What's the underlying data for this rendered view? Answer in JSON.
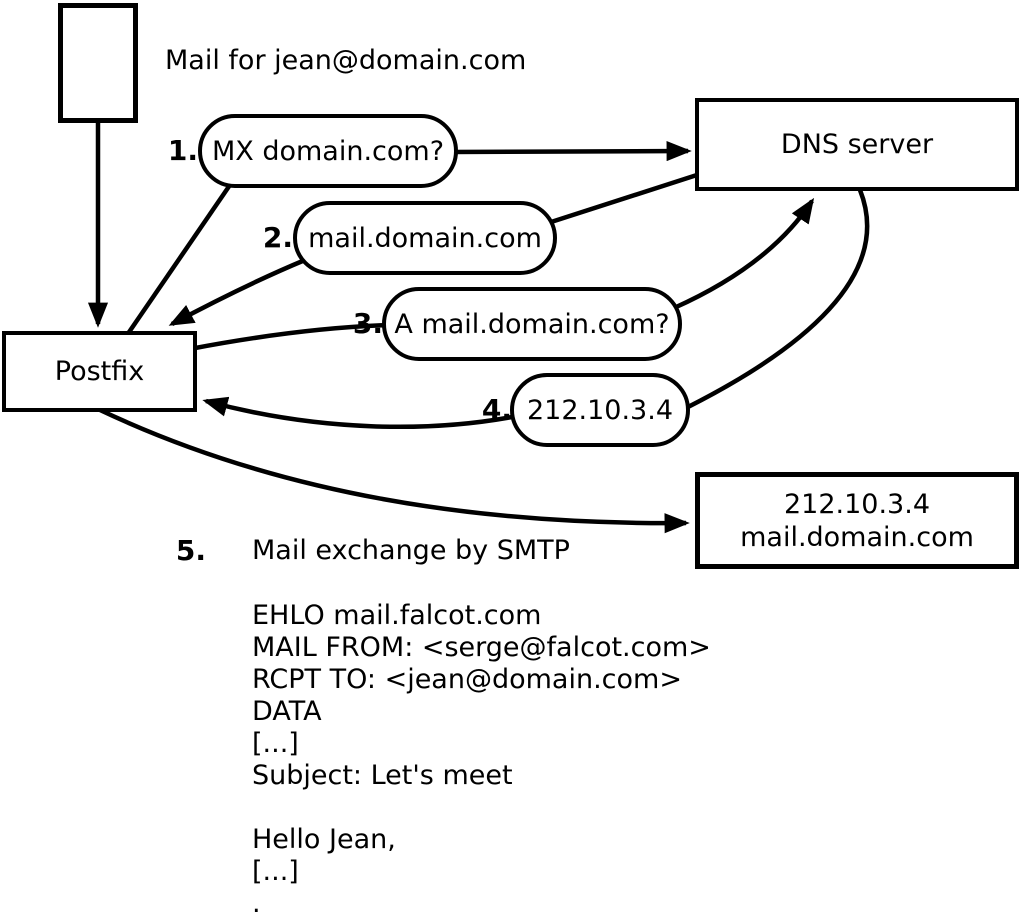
{
  "diagram": {
    "sender_label": "Mail for jean@domain.com",
    "nodes": {
      "postfix": "Postfix",
      "dns_server": "DNS server",
      "mail_server_line1": "212.10.3.4",
      "mail_server_line2": "mail.domain.com"
    },
    "steps": [
      {
        "num": "1.",
        "label": "MX domain.com?"
      },
      {
        "num": "2.",
        "label": "mail.domain.com"
      },
      {
        "num": "3.",
        "label": "A mail.domain.com?"
      },
      {
        "num": "4.",
        "label": "212.10.3.4"
      },
      {
        "num": "5.",
        "label": "Mail exchange by SMTP"
      }
    ],
    "smtp_session": {
      "lines": [
        "EHLO mail.falcot.com",
        "MAIL FROM: <serge@falcot.com>",
        "RCPT TO: <jean@domain.com>",
        "DATA",
        "[...]",
        "Subject: Let's meet",
        "",
        "Hello Jean,",
        "[...]",
        "."
      ]
    },
    "colors": {
      "ink": "#000000",
      "background": "#ffffff"
    }
  }
}
